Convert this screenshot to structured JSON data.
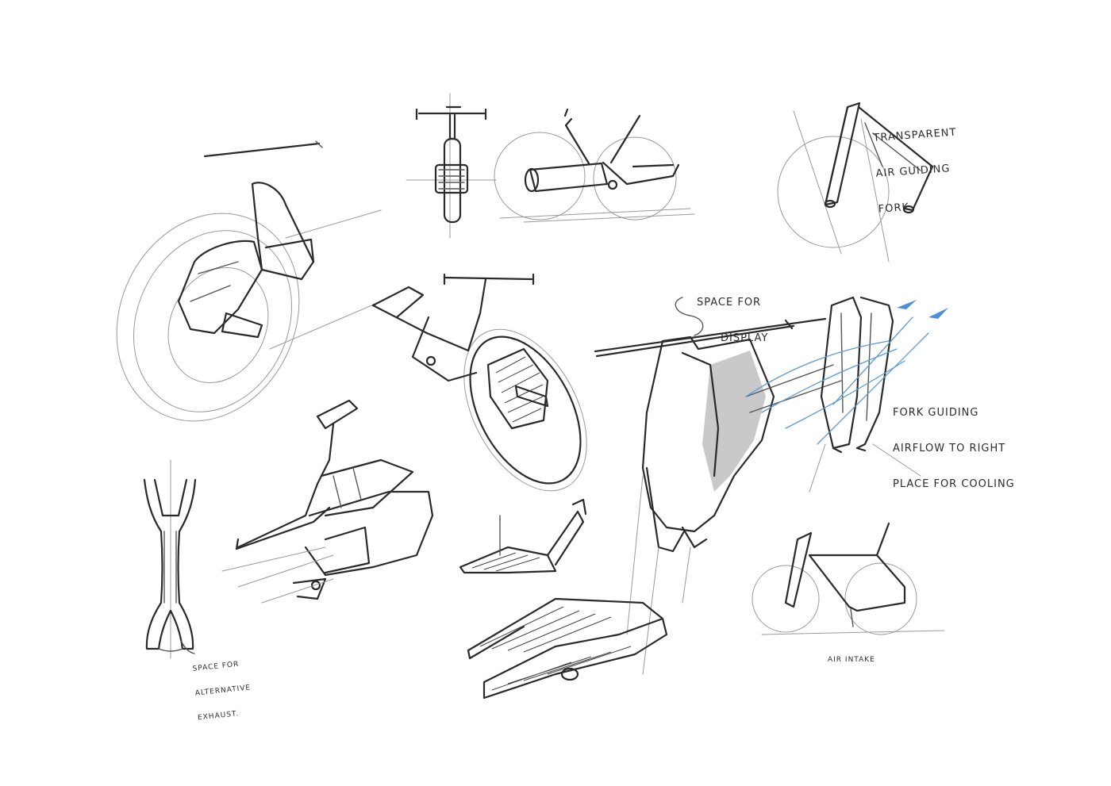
{
  "annotations": {
    "fork_top": [
      "TRANSPARENT",
      "AIR GUIDING",
      "FORK"
    ],
    "display": [
      "SPACE FOR",
      "DISPLAY"
    ],
    "fork_guiding": [
      "FORK GUIDING",
      "AIRFLOW TO RIGHT",
      "PLACE FOR COOLING"
    ],
    "exhaust": [
      "SPACE FOR",
      "ALTERNATIVE",
      "EXHAUST."
    ],
    "air_intake": [
      "AIR INTAKE"
    ]
  },
  "colors": {
    "paper": "#ffffff",
    "pencil": "#2a2a2a",
    "airflow": "#5b9bd5"
  }
}
